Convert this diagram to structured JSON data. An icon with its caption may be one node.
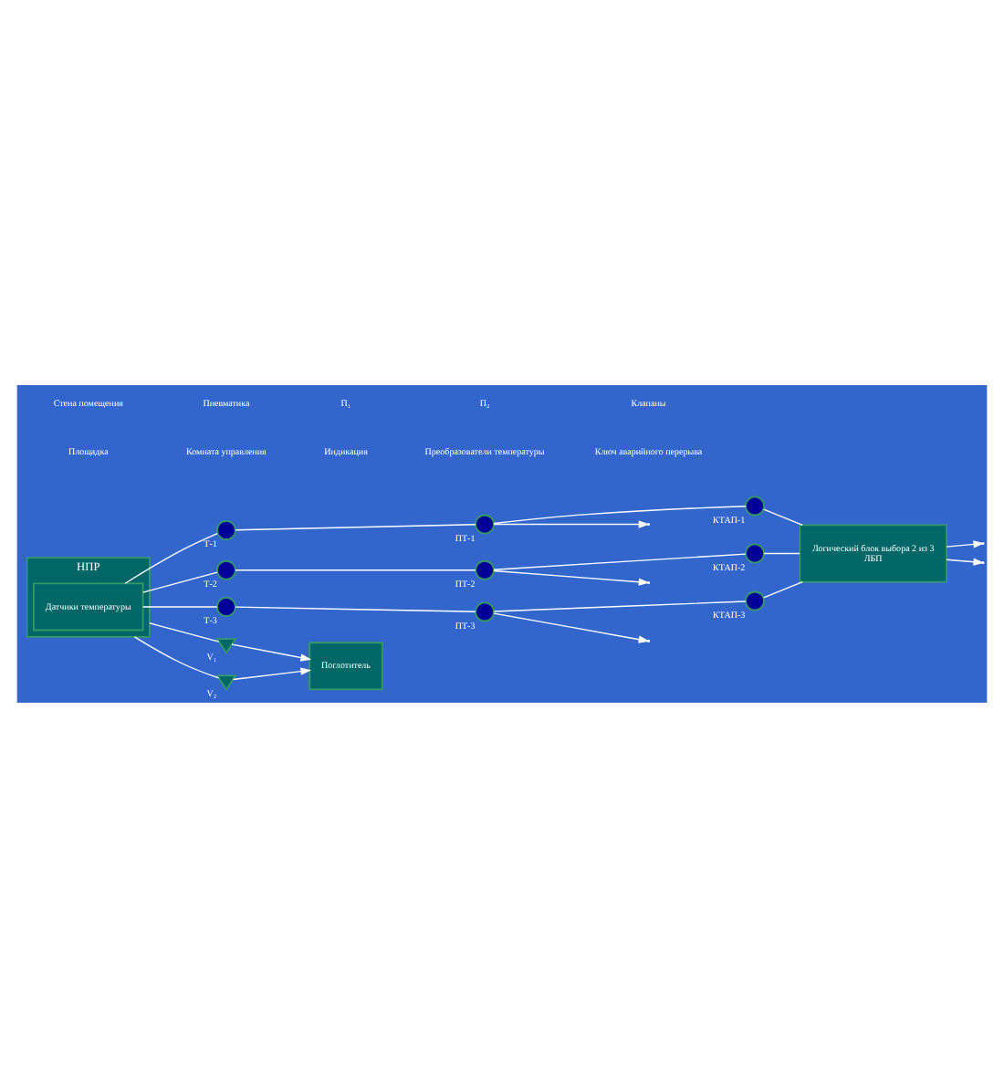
{
  "diagram": {
    "nodes": [
      {
        "text": [
          "НПР"
        ]
      },
      {
        "text": [
          "Датчики температуры"
        ],
        "in": 0
      },
      {
        "text": [],
        "shape": "circle",
        "beside": [
          "Т-1"
        ]
      },
      {
        "text": [],
        "shape": "circle",
        "beside": [
          "Т-2"
        ]
      },
      {
        "text": [],
        "shape": "circle",
        "beside": [
          "Т-3"
        ]
      },
      {
        "text": [],
        "shape": "circle",
        "beside": [
          "ПТ-1"
        ]
      },
      {
        "text": [],
        "shape": "circle",
        "beside": [
          "ПТ-2"
        ]
      },
      {
        "text": [],
        "shape": "circle",
        "beside": [
          "ПТ-3"
        ]
      },
      {
        "text": [],
        "shape": "circle",
        "beside": [
          "КТАП-1"
        ]
      },
      {
        "text": [],
        "shape": "circle",
        "beside": [
          "КТАП-2"
        ]
      },
      {
        "text": [],
        "shape": "circle",
        "beside": [
          "КТАП-3"
        ]
      },
      {
        "text": [
          "Логический блок выбора 2 из 3",
          "ЛБП"
        ]
      },
      {
        "text": [],
        "shape": "valve",
        "beside": [
          "V₁"
        ]
      },
      {
        "text": [],
        "shape": "valve",
        "beside": [
          "V₂"
        ]
      },
      {
        "text": [
          "Поглотитель"
        ]
      }
    ],
    "edges": [
      {
        "from": 1,
        "to": 2,
        "arrow": "none"
      },
      {
        "from": 1,
        "to": 3,
        "arrow": "none"
      },
      {
        "from": 1,
        "to": 4,
        "arrow": "none"
      },
      {
        "from": 2,
        "to": 5,
        "arrow": "none"
      },
      {
        "from": 3,
        "to": 6,
        "arrow": "none"
      },
      {
        "from": 4,
        "to": 7,
        "arrow": "none"
      },
      {
        "from": 5,
        "to": 8,
        "arrow": "none"
      },
      {
        "from": 6,
        "to": 9,
        "arrow": "none"
      },
      {
        "from": 7,
        "to": 10,
        "arrow": "none"
      },
      {
        "from": 8,
        "to": 11,
        "arrow": "none"
      },
      {
        "from": 9,
        "to": 11,
        "arrow": "none"
      },
      {
        "from": 10,
        "to": 11,
        "arrow": "none"
      },
      {
        "from": 5,
        "to": null,
        "arrow": "to"
      },
      {
        "from": 6,
        "to": null,
        "arrow": "to"
      },
      {
        "from": 7,
        "to": null,
        "arrow": "to"
      },
      {
        "from": 11,
        "to": null,
        "arrow": "to"
      },
      {
        "from": 11,
        "to": null,
        "arrow": "to"
      },
      {
        "from": 0,
        "to": 12,
        "arrow": "none"
      },
      {
        "from": 12,
        "to": 14,
        "arrow": "to"
      },
      {
        "from": 0,
        "to": 13,
        "arrow": "none"
      },
      {
        "from": 13,
        "to": 14,
        "arrow": "to"
      }
    ],
    "labels": [
      "Площадка",
      "Комната управления",
      "Индикация",
      "Преобразователи температуры",
      "Ключ аварийного перерыва",
      "Стена помещения",
      "Пневматика",
      "П₁",
      "П₂",
      "Клапаны"
    ]
  }
}
